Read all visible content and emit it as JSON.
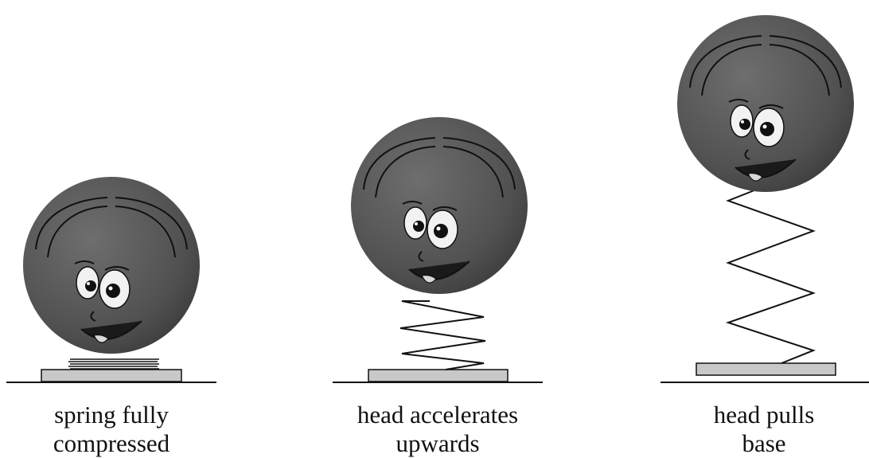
{
  "figure": {
    "panels": [
      {
        "id": "compressed",
        "caption_lines": [
          "spring fully",
          "compressed"
        ],
        "spring_state": "compressed"
      },
      {
        "id": "accelerating",
        "caption_lines": [
          "head accelerates",
          "upwards"
        ],
        "spring_state": "partially extended"
      },
      {
        "id": "extended",
        "caption_lines": [
          "head pulls",
          "base"
        ],
        "spring_state": "fully extended"
      }
    ],
    "colors": {
      "head": "#555555",
      "base": "#c8c8c8",
      "line": "#111111",
      "eye_white": "#f2f2f2"
    }
  }
}
